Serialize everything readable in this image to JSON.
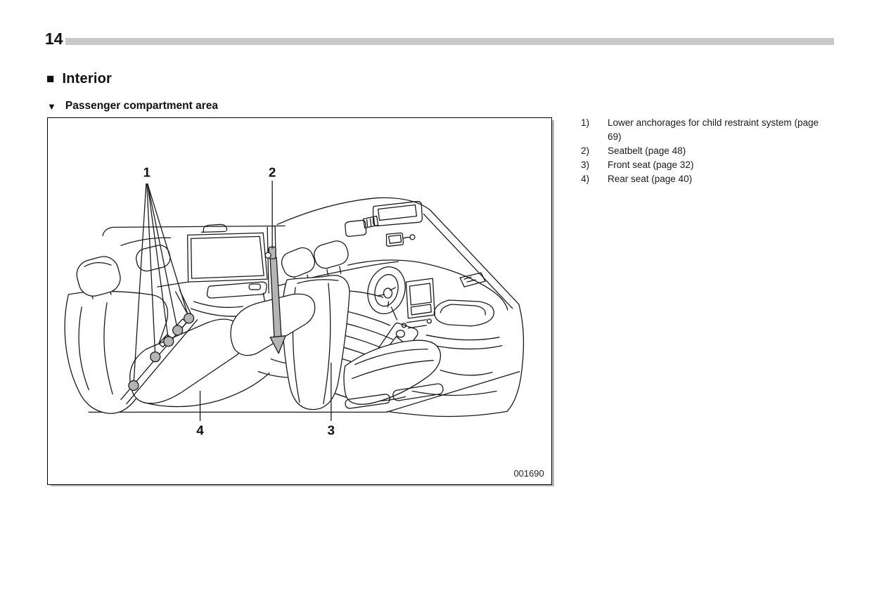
{
  "page": {
    "number": "14"
  },
  "section": {
    "marker": "■",
    "title": "Interior"
  },
  "subsection": {
    "marker": "▼",
    "title": "Passenger compartment area"
  },
  "figure": {
    "code": "001690",
    "callouts": {
      "c1": "1",
      "c2": "2",
      "c3": "3",
      "c4": "4"
    },
    "accent_gray": "#b4b4b4"
  },
  "legend": {
    "items": [
      {
        "num": "1)",
        "text": "Lower anchorages for child restraint system (page 69)"
      },
      {
        "num": "2)",
        "text": "Seatbelt (page 48)"
      },
      {
        "num": "3)",
        "text": "Front seat (page 32)"
      },
      {
        "num": "4)",
        "text": "Rear seat (page 40)"
      }
    ]
  }
}
